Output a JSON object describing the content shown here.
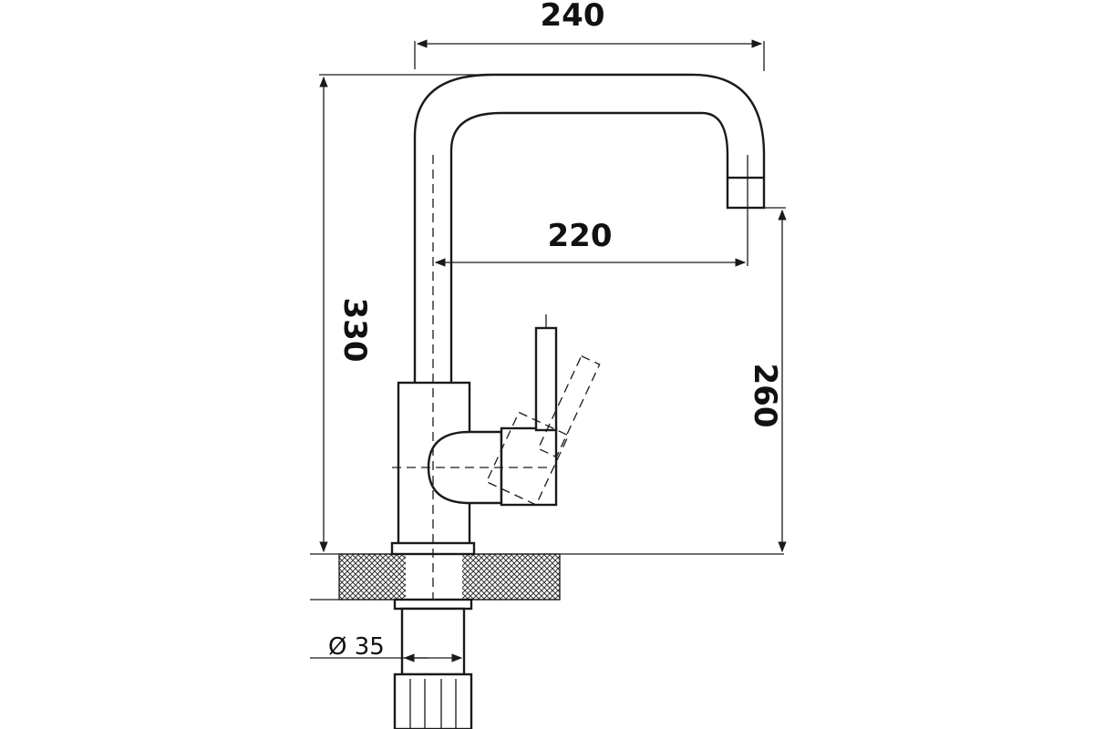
{
  "dimensions": {
    "spout_reach_outer": "240",
    "spout_reach_inner": "220",
    "total_height": "330",
    "spout_height": "260",
    "mount_diameter": "Ø 35"
  },
  "colors": {
    "line": "#1a1a1a",
    "background": "#ffffff"
  }
}
